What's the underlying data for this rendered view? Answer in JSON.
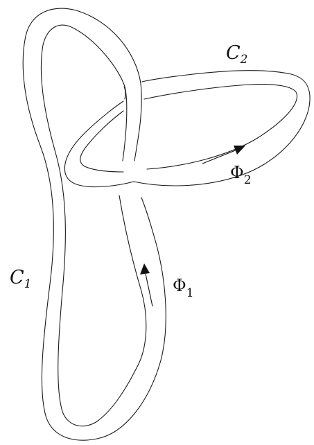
{
  "figure": {
    "loop_1": {
      "name": "C",
      "subscript": "1"
    },
    "loop_2": {
      "name": "C",
      "subscript": "2"
    },
    "flux_1": {
      "symbol": "Φ",
      "subscript": "1"
    },
    "flux_2": {
      "symbol": "Φ",
      "subscript": "2"
    }
  },
  "colors": {
    "background": "#ffffff",
    "stroke": "#1a1a1a",
    "text": "#111111"
  },
  "icons": {
    "flux_1_arrow": "arrow-up-icon",
    "flux_2_arrow": "arrow-right-icon"
  }
}
